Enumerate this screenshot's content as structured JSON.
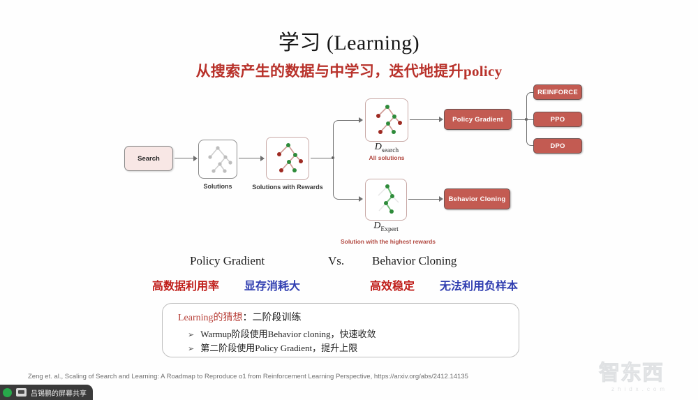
{
  "slide": {
    "title": "学习 (Learning)",
    "subtitle": "从搜索产生的数据与中学习，迭代地提升policy"
  },
  "diagram": {
    "search_box": {
      "label": "Search"
    },
    "solutions_box": {
      "caption": "Solutions"
    },
    "rewards_box": {
      "caption": "Solutions with Rewards"
    },
    "dsearch": {
      "label": "D",
      "sub": "search",
      "note": "All solutions"
    },
    "dexpert": {
      "label": "D",
      "sub": "Expert",
      "note": "Solution with the highest rewards"
    },
    "policy_gradient": {
      "label": "Policy Gradient"
    },
    "behavior_cloning": {
      "label": "Behavior Cloning"
    },
    "algorithms": [
      {
        "label": "REINFORCE"
      },
      {
        "label": "PPO"
      },
      {
        "label": "DPO"
      }
    ]
  },
  "comparison": {
    "left_title": "Policy Gradient",
    "vs": "Vs.",
    "right_title": "Behavior Cloning",
    "left_pro": "高数据利用率",
    "left_con": "显存消耗大",
    "right_pro": "高效稳定",
    "right_con": "无法利用负样本"
  },
  "callout": {
    "head_highlight": "Learning的猜想",
    "head_rest": "：二阶段训练",
    "bullets": [
      {
        "marker": "➢",
        "text": "Warmup阶段使用Behavior cloning，快速收敛"
      },
      {
        "marker": "➢",
        "text": "第二阶段使用Policy Gradient，提升上限"
      }
    ]
  },
  "citation": {
    "text": "Zeng et. al., Scaling of Search and Learning: A Roadmap to Reproduce o1 from Reinforcement Learning Perspective, https://arxiv.org/abs/2412.14135"
  },
  "watermark": {
    "text": "智东西",
    "sub": "zhidx.com"
  },
  "sharebar": {
    "label": "吕锡鹏的屏幕共享"
  },
  "colors": {
    "accent_red": "#b8312a",
    "box_red": "#c35b52",
    "box_pink": "#f8e7e5",
    "pro_red": "#c0201c",
    "con_blue": "#2f3db0",
    "node_green": "#2e8b3a",
    "node_red": "#9e2a22",
    "node_gray": "#b8b8b8"
  }
}
